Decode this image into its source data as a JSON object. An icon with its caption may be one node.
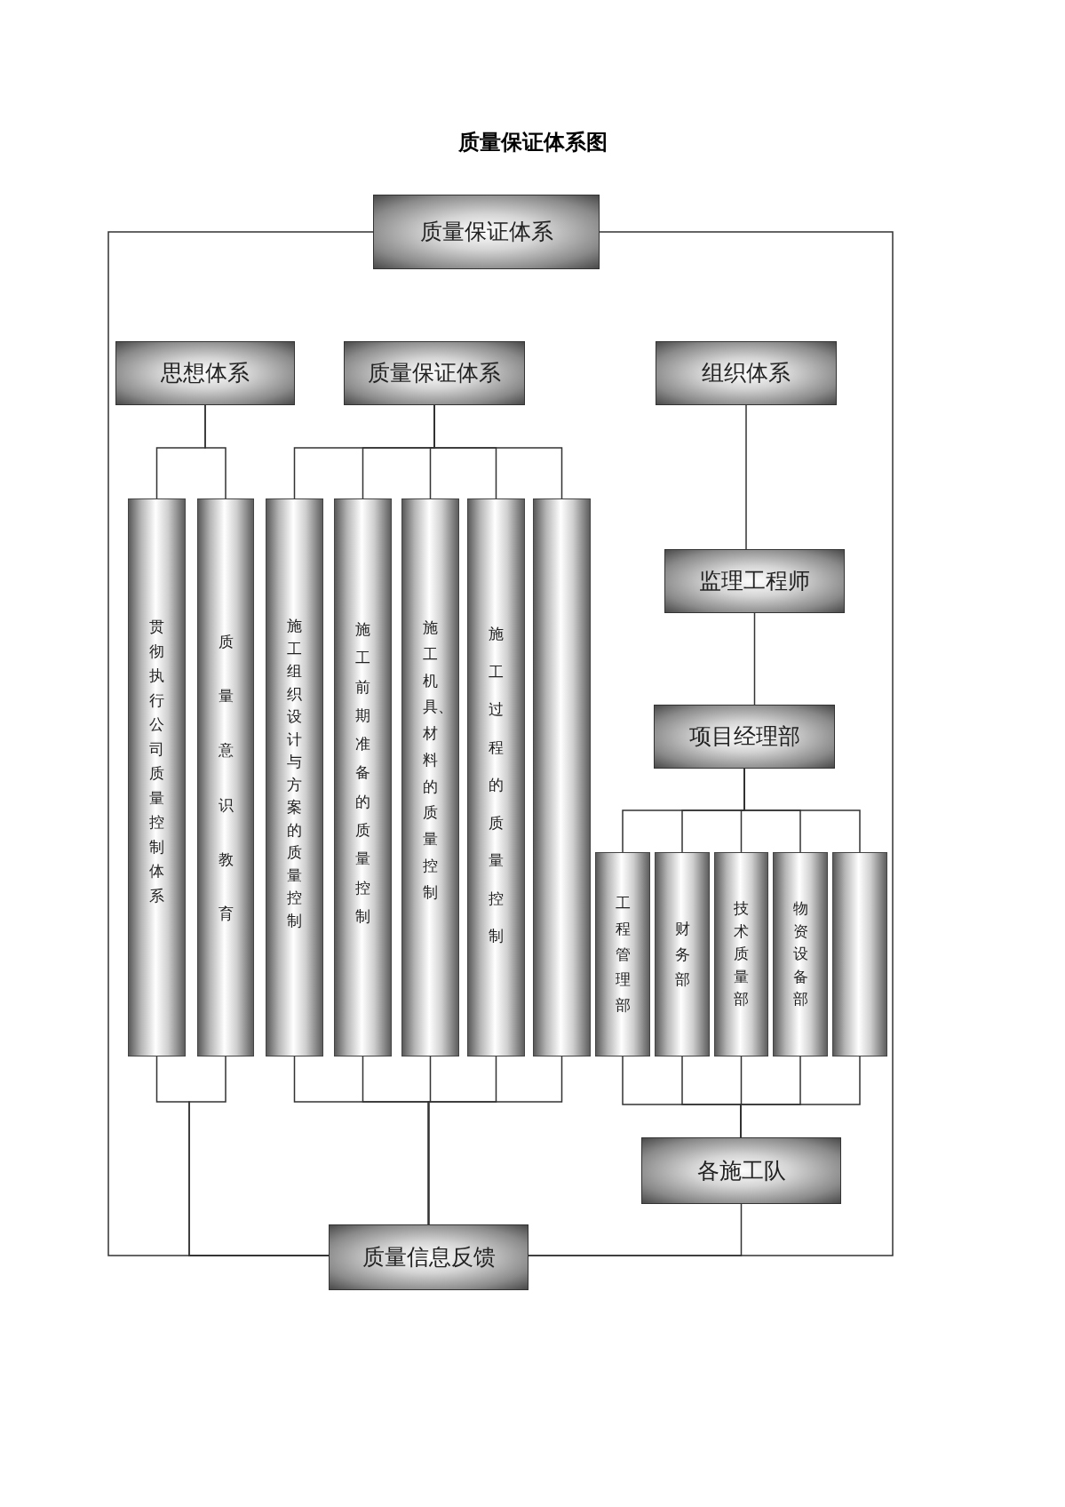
{
  "diagram": {
    "title": "质量保证体系图",
    "nodes": [
      {
        "text": [
          "质量保证体系"
        ]
      },
      {
        "text": [
          "思想体系"
        ]
      },
      {
        "text": [
          "质量保证体系"
        ]
      },
      {
        "text": [
          "组织体系"
        ]
      },
      {
        "text": [
          "贯彻执行公司质量控制体系"
        ]
      },
      {
        "text": [
          "质量意识教育"
        ]
      },
      {
        "text": [
          "施工组织设计与方案的质量控制"
        ]
      },
      {
        "text": [
          "施工前期准备的质量控制"
        ]
      },
      {
        "text": [
          "施工机具、材料的质量控制"
        ]
      },
      {
        "text": [
          "施工过程的质量控制"
        ]
      },
      {
        "text": [],
        "shape": "bar"
      },
      {
        "text": [
          "监理工程师"
        ]
      },
      {
        "text": [
          "项目经理部"
        ]
      },
      {
        "text": [
          "工程管理部"
        ]
      },
      {
        "text": [
          "财务部"
        ]
      },
      {
        "text": [
          "技术质量部"
        ]
      },
      {
        "text": [
          "物资设备部"
        ]
      },
      {
        "text": [],
        "shape": "bar"
      },
      {
        "text": [
          "各施工队"
        ]
      },
      {
        "text": [
          "质量信息反馈"
        ]
      }
    ],
    "edges": [
      {
        "from": 0,
        "to": 19,
        "arrow": "none"
      },
      {
        "from": 0,
        "to": 19,
        "arrow": "none"
      },
      {
        "from": 1,
        "to": 4,
        "arrow": "none"
      },
      {
        "from": 1,
        "to": 5,
        "arrow": "none"
      },
      {
        "from": 2,
        "to": 6,
        "arrow": "none"
      },
      {
        "from": 2,
        "to": 7,
        "arrow": "none"
      },
      {
        "from": 2,
        "to": 8,
        "arrow": "none"
      },
      {
        "from": 2,
        "to": 9,
        "arrow": "none"
      },
      {
        "from": 2,
        "to": 10,
        "arrow": "none"
      },
      {
        "from": 3,
        "to": 11,
        "arrow": "none"
      },
      {
        "from": 11,
        "to": 12,
        "arrow": "none"
      },
      {
        "from": 12,
        "to": 13,
        "arrow": "none"
      },
      {
        "from": 12,
        "to": 14,
        "arrow": "none"
      },
      {
        "from": 12,
        "to": 15,
        "arrow": "none"
      },
      {
        "from": 12,
        "to": 16,
        "arrow": "none"
      },
      {
        "from": 12,
        "to": 17,
        "arrow": "none"
      },
      {
        "from": 4,
        "to": 19,
        "arrow": "none"
      },
      {
        "from": 5,
        "to": 19,
        "arrow": "none"
      },
      {
        "from": 6,
        "to": 19,
        "arrow": "none"
      },
      {
        "from": 7,
        "to": 19,
        "arrow": "none"
      },
      {
        "from": 8,
        "to": 19,
        "arrow": "none"
      },
      {
        "from": 9,
        "to": 19,
        "arrow": "none"
      },
      {
        "from": 10,
        "to": 19,
        "arrow": "none"
      },
      {
        "from": 13,
        "to": 18,
        "arrow": "none"
      },
      {
        "from": 14,
        "to": 18,
        "arrow": "none"
      },
      {
        "from": 15,
        "to": 18,
        "arrow": "none"
      },
      {
        "from": 16,
        "to": 18,
        "arrow": "none"
      },
      {
        "from": 17,
        "to": 18,
        "arrow": "none"
      },
      {
        "from": 18,
        "to": 19,
        "arrow": "none"
      }
    ]
  }
}
